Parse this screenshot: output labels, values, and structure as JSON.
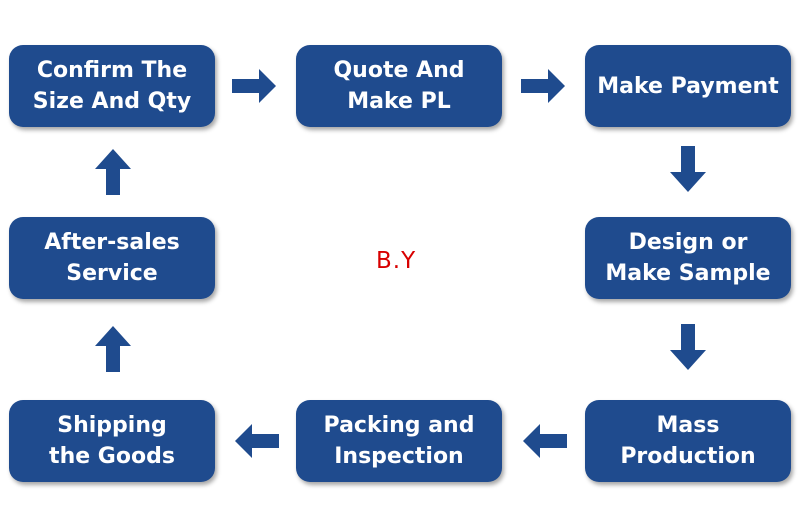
{
  "diagram": {
    "steps": [
      {
        "label": "Confirm The\nSize And Qty"
      },
      {
        "label": "Quote And\nMake PL"
      },
      {
        "label": "Make Payment"
      },
      {
        "label": "Design or\nMake Sample"
      },
      {
        "label": "Mass\nProduction"
      },
      {
        "label": "Packing and\nInspection"
      },
      {
        "label": "Shipping\nthe Goods"
      },
      {
        "label": "After-sales\nService"
      }
    ],
    "watermark": "B.Y",
    "box_color": "#1f4b8e",
    "arrow_color": "#1f4b8e",
    "arrows": [
      {
        "icon": "arrow-right-icon"
      },
      {
        "icon": "arrow-right-icon"
      },
      {
        "icon": "arrow-down-icon"
      },
      {
        "icon": "arrow-down-icon"
      },
      {
        "icon": "arrow-left-icon"
      },
      {
        "icon": "arrow-left-icon"
      },
      {
        "icon": "arrow-up-icon"
      },
      {
        "icon": "arrow-up-icon"
      }
    ]
  }
}
